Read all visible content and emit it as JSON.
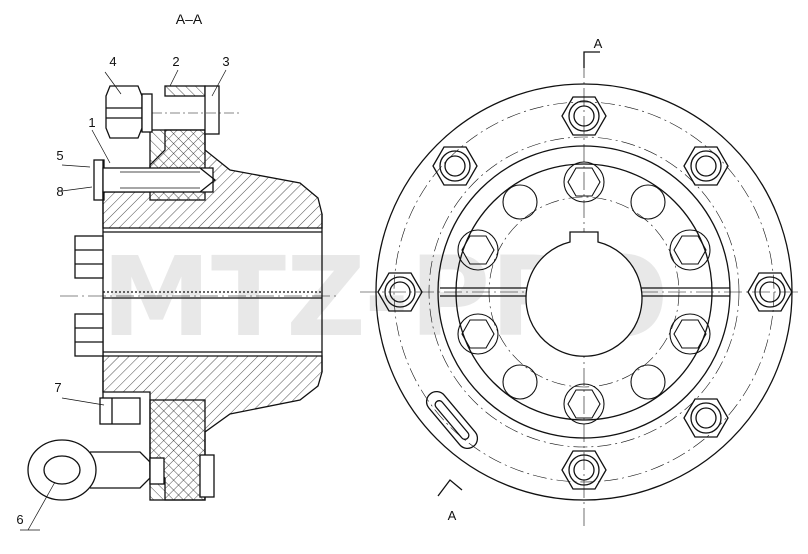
{
  "section_label": "А–А",
  "cut_marks": {
    "top": "А",
    "bottom": "А"
  },
  "callouts": [
    {
      "label": "1"
    },
    {
      "label": "2"
    },
    {
      "label": "3"
    },
    {
      "label": "4"
    },
    {
      "label": "5"
    },
    {
      "label": "6"
    },
    {
      "label": "7"
    },
    {
      "label": "8"
    }
  ],
  "watermark": "MTZ-PRO"
}
